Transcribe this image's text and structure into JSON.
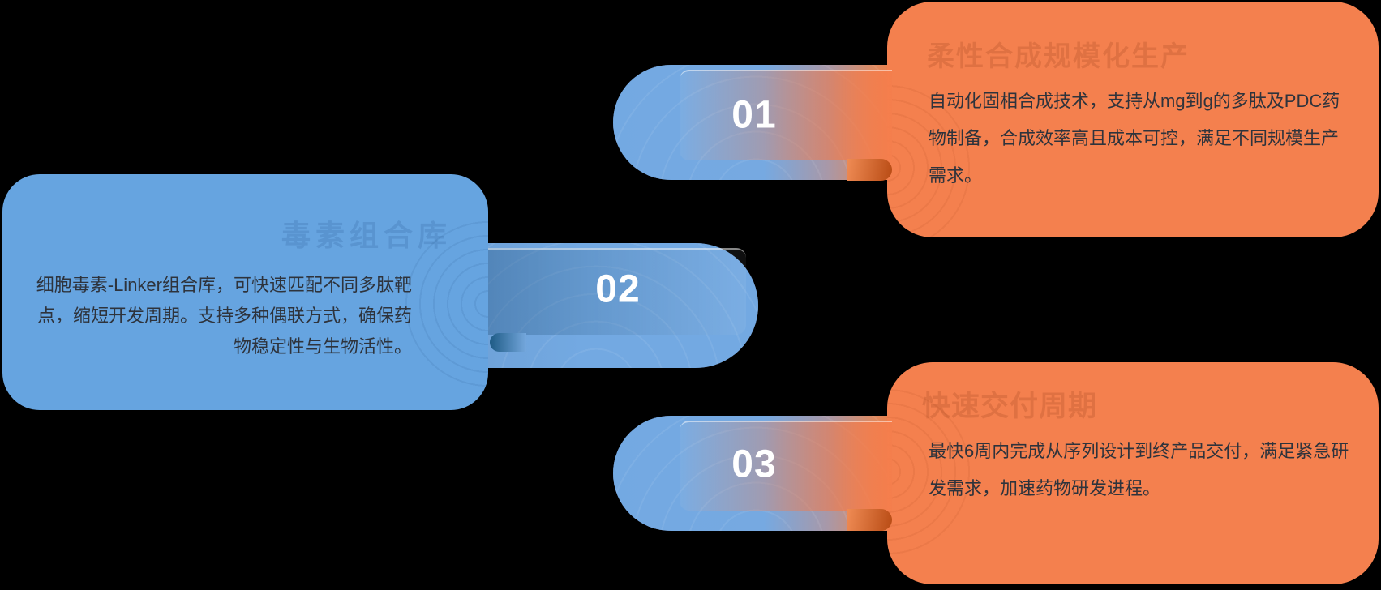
{
  "colors": {
    "background": "#000000",
    "orange_card": "#F4804E",
    "blue_card": "#66A4E0",
    "pill_blue": "#73A9E2",
    "ring_cyan": "#27E2F9",
    "ring_periwinkle": "#8188DD",
    "ring_white": "#FFFFFF",
    "tab_orange_light": "#EF8B54",
    "tab_orange_dark": "#B84B14",
    "tab_blue_dark": "#1E5B85",
    "tab_blue_light": "#74A7DD",
    "text_dark": "#2E333C",
    "number_white": "#FFFFFF"
  },
  "items": [
    {
      "number": "01",
      "ghost_title": "柔性合成规模化生产",
      "description": "自动化固相合成技术，支持从mg到g的多肽及PDC药物制备，合成效率高且成本可控，满足不同规模生产需求。"
    },
    {
      "number": "02",
      "ghost_title": "毒素组合库",
      "description": "细胞毒素-Linker组合库，可快速匹配不同多肽靶点，缩短开发周期。支持多种偶联方式，确保药物稳定性与生物活性。"
    },
    {
      "number": "03",
      "ghost_title": "快速交付周期",
      "description": "最快6周内完成从序列设计到终产品交付，满足紧急研发需求，加速药物研发进程。"
    }
  ]
}
